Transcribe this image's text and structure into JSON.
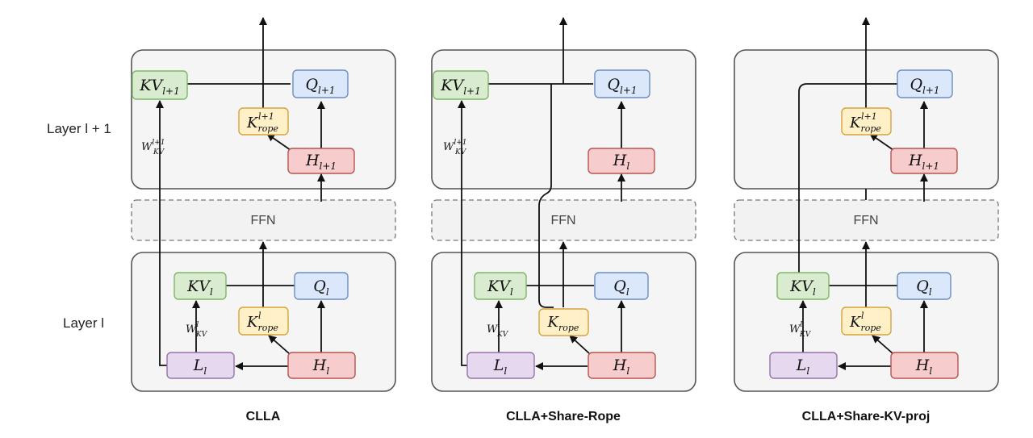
{
  "row_labels": {
    "upper": "Layer l + 1",
    "lower": "Layer l"
  },
  "ffn_label": "FFN",
  "captions": [
    "CLLA",
    "CLLA+Share-Rope",
    "CLLA+Share-KV-proj"
  ],
  "math": {
    "kv_upper": {
      "base": "KV",
      "sub": "l+1"
    },
    "q_upper": {
      "base": "Q",
      "sub": "l+1"
    },
    "krope_upper": {
      "base": "K",
      "sub": "rope",
      "sup": "l+1"
    },
    "h_upper": {
      "base": "H",
      "sub": "l+1"
    },
    "h_mid": {
      "base": "H",
      "sub": "l"
    },
    "w_upper": {
      "base": "W",
      "sub": "KV",
      "sup": "l+1"
    },
    "kv_lower": {
      "base": "KV",
      "sub": "l"
    },
    "q_lower": {
      "base": "Q",
      "sub": "l"
    },
    "krope_lower": {
      "base": "K",
      "sub": "rope",
      "sup": "l"
    },
    "krope_shared": {
      "base": "K",
      "sub": "rope"
    },
    "h_lower": {
      "base": "H",
      "sub": "l"
    },
    "l_lower": {
      "base": "L",
      "sub": "l"
    },
    "w_lower": {
      "base": "W",
      "sub": "KV",
      "sup": "l"
    }
  },
  "colors": {
    "kv": "#d9ecd0",
    "q": "#dbe8fb",
    "h": "#f6cccc",
    "rope": "#fff0c8",
    "latent": "#e6d8ee"
  }
}
